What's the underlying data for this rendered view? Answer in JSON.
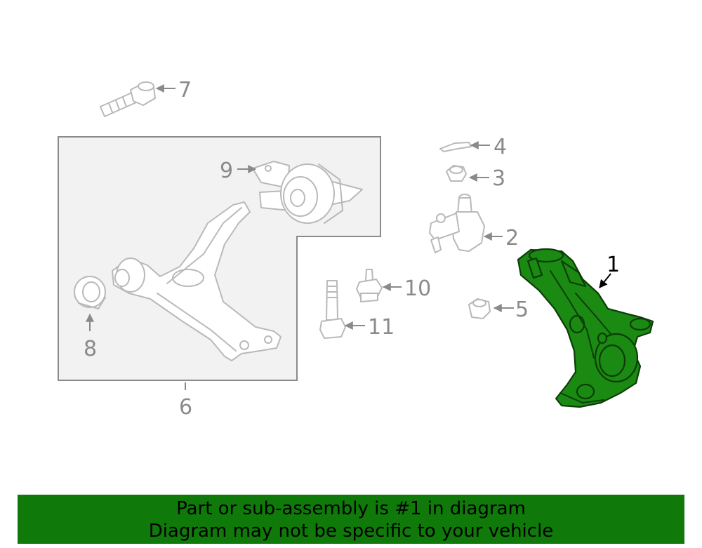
{
  "callouts": {
    "c1": "1",
    "c2": "2",
    "c3": "3",
    "c4": "4",
    "c5": "5",
    "c6": "6",
    "c7": "7",
    "c8": "8",
    "c9": "9",
    "c10": "10",
    "c11": "11"
  },
  "highlighted_part": "1",
  "colors": {
    "highlight_fill": "#1a8a12",
    "banner_background": "#0f7a0a",
    "outline": "#b9b9b9",
    "subassembly_box": "#f2f2f2"
  },
  "banner": {
    "line1": "Part or sub-assembly is #1 in diagram",
    "line2": "Diagram may not be specific to your vehicle"
  }
}
